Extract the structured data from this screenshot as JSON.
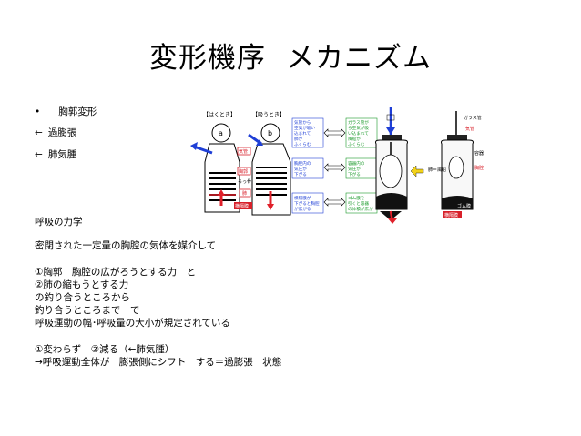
{
  "title": {
    "main": "変形機序",
    "sub": "メカニズム"
  },
  "bullet_symbol": "•",
  "bullets": [
    {
      "symbol": "•",
      "text": "胸郭変形"
    },
    {
      "symbol": "←",
      "text": "過膨張"
    },
    {
      "symbol": "←",
      "text": "肺気腫"
    }
  ],
  "body_lines": [
    "呼吸の力学",
    "密閉された一定量の胸腔の気体を媒介して",
    "①胸郭　胸腔の広がろうとする力　と",
    "②肺の縮もうとする力",
    "の釣り合うところから",
    "釣り合うところまで　で",
    "呼吸運動の幅･呼吸量の大小が規定されている",
    "①変わらず　②減る（←肺気腫）",
    "→呼吸運動全体が　膨張側にシフト　する＝過膨張　状態"
  ],
  "diagram": {
    "panel_a": "【はくとき】",
    "panel_b": "【吸うとき】",
    "label_a": "a",
    "label_b": "b",
    "tag_airway": "気管",
    "tag_lung": "肺",
    "tag_rib": "ろっ骨",
    "tag_diaphragm": "横隔膜",
    "tag_thorax": "胸郭",
    "text_air": [
      "気管から",
      "空気が吸い",
      "込まれて",
      "肺が",
      "ふくらむ"
    ],
    "text_pressure": [
      "胸腔内の",
      "気圧が",
      "下がる"
    ],
    "text_dia": [
      "横隔膜が",
      "下がると胸腔",
      "が広がる"
    ],
    "text_glass": [
      "ガラス管が",
      "ら空気が吸",
      "い込まれて",
      "風船が",
      "ふくらむ"
    ],
    "text_vessel": [
      "容器内の",
      "気圧が",
      "下がる"
    ],
    "text_rubber": [
      "ゴム膜を",
      "引くと容器",
      "の体積が広が"
    ],
    "model_glass": "ガラス管",
    "model_airway": "気管",
    "model_balloon": "肺＝風船",
    "model_vessel": "容器",
    "model_rubber": "ゴム膜",
    "model_dia": "横隔膜",
    "model_chest": "胸腔"
  },
  "colors": {
    "arrow_blue": "#1f3fd6",
    "arrow_red": "#e0202a",
    "tag_red": "#d8202a",
    "arrow_yellow": "#f2d21a",
    "green_text": "#1a9a2a"
  }
}
